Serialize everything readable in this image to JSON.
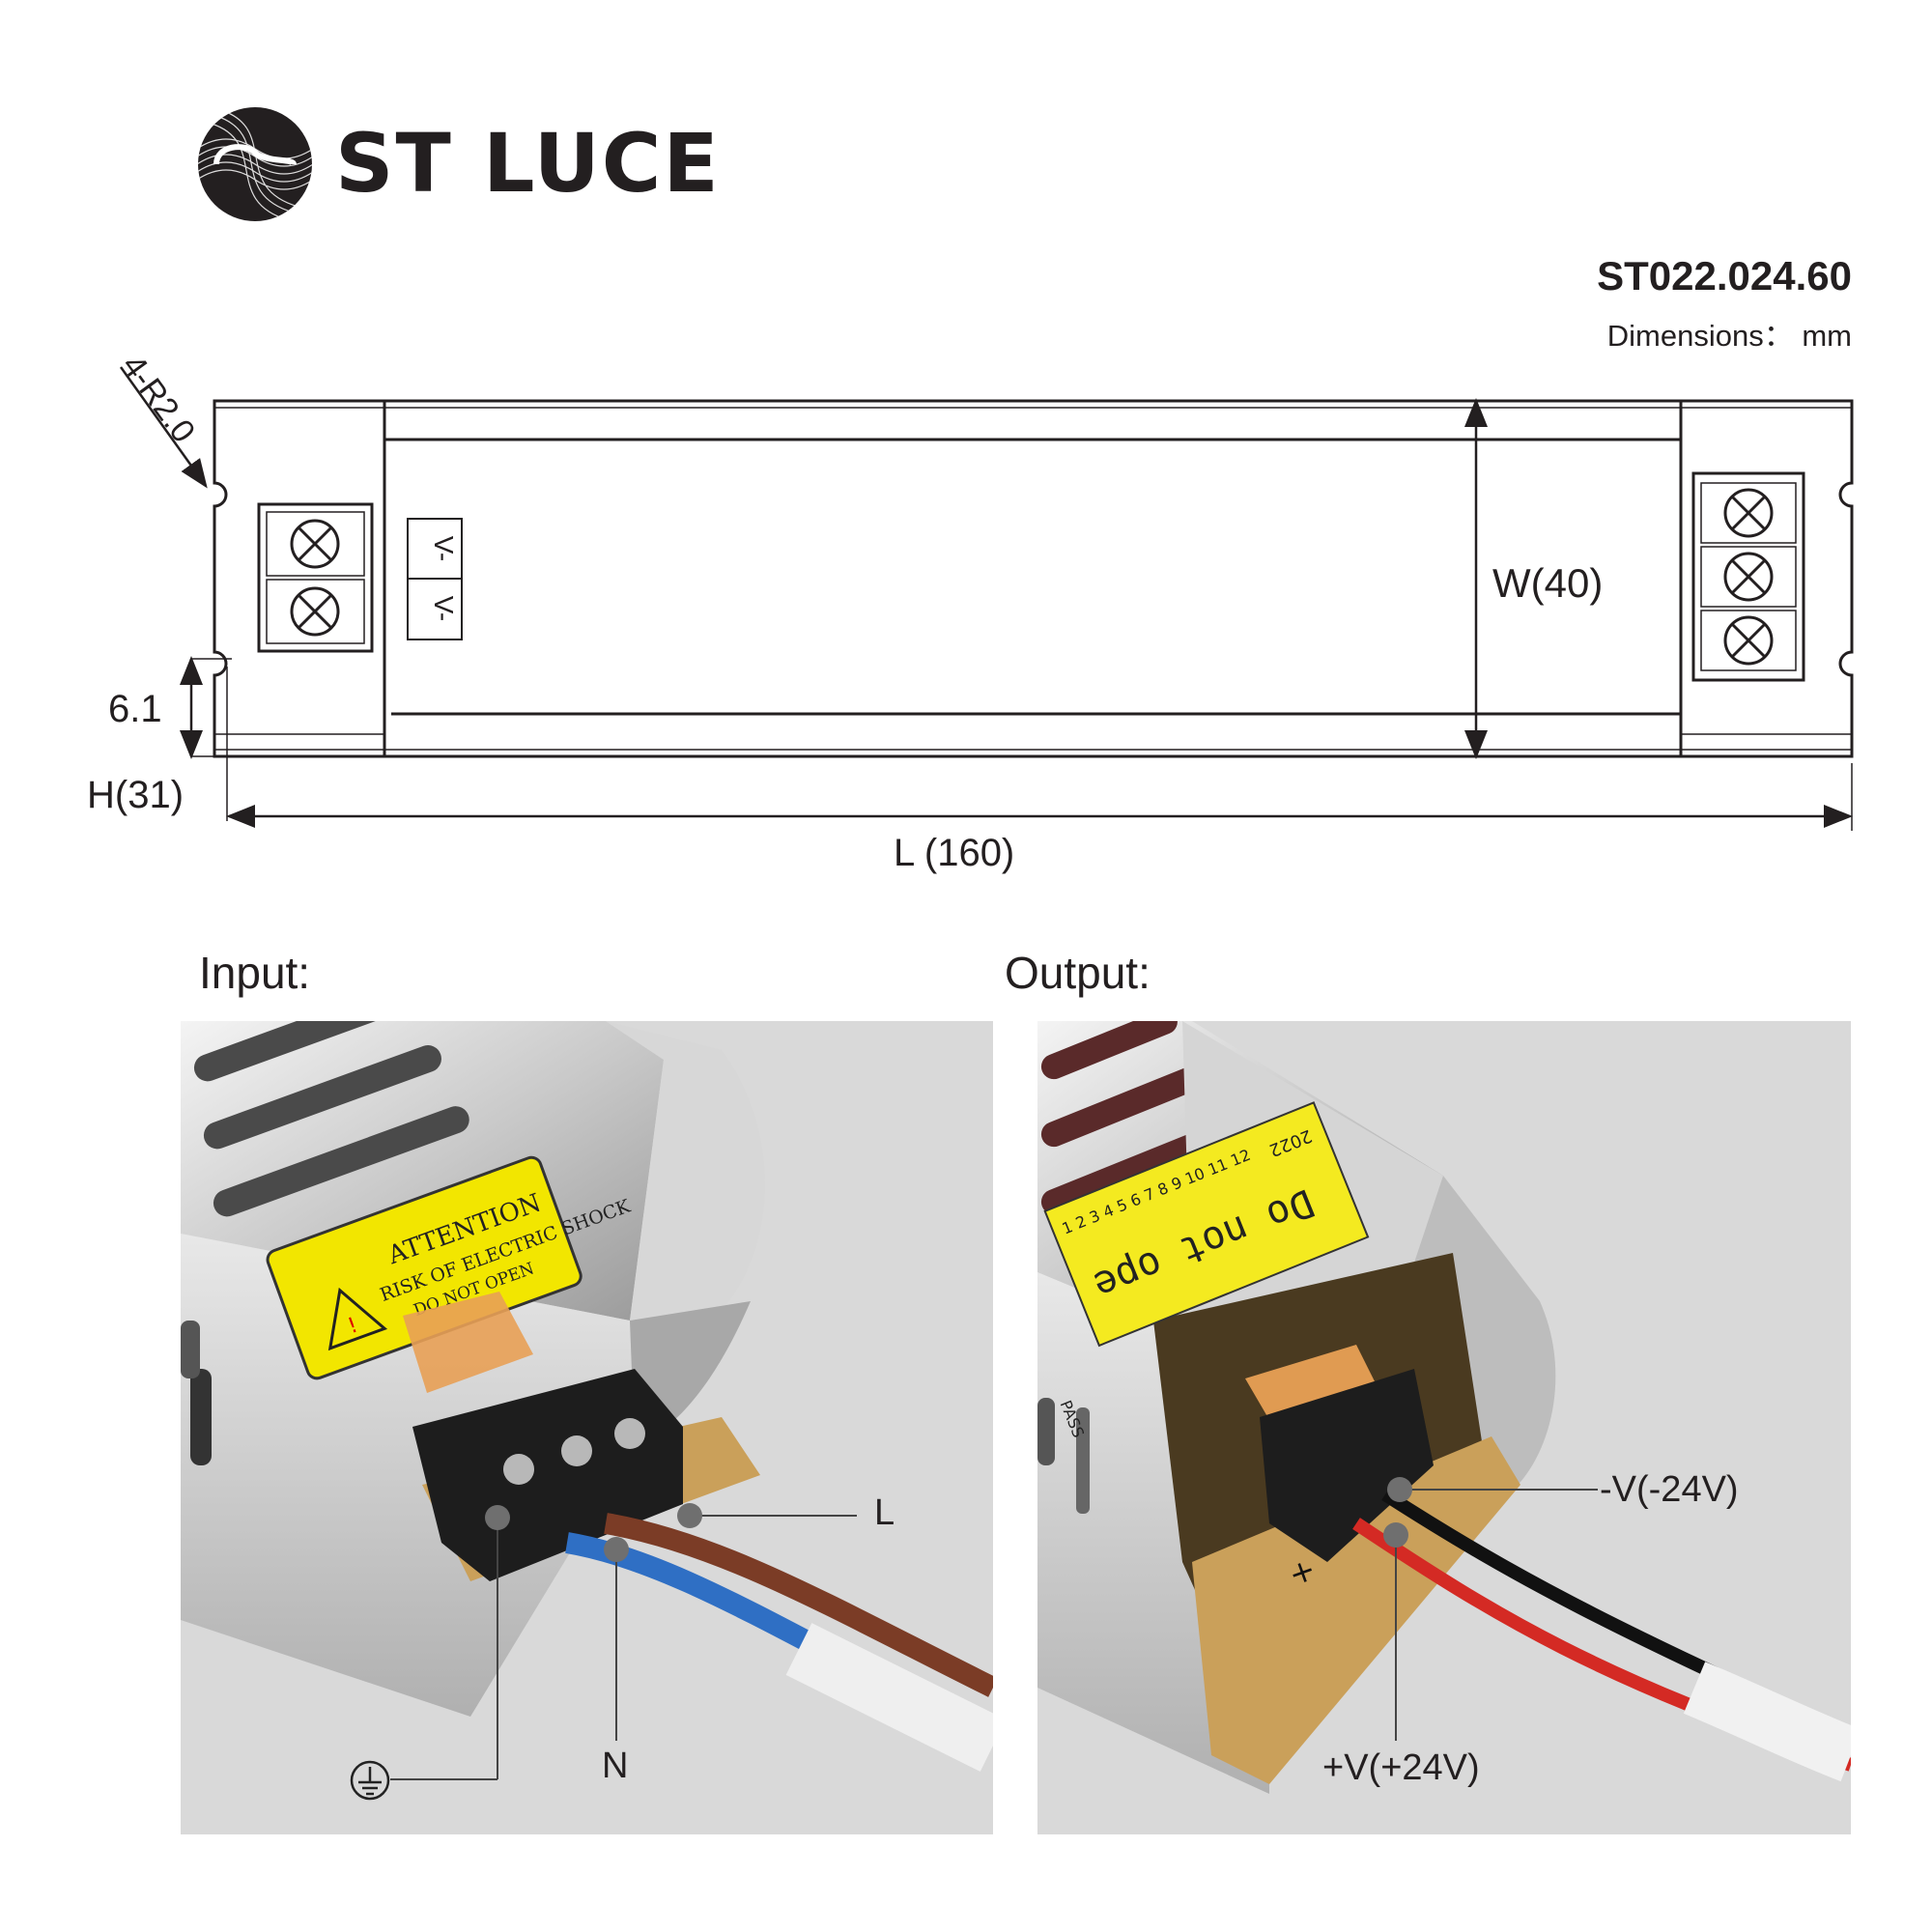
{
  "brand": {
    "name": "ST LUCE",
    "logo": "st-luce-logo"
  },
  "header": {
    "model": "ST022.024.60",
    "units": "Dimensions： mm"
  },
  "drawing": {
    "corner_radius_label": "4-R2.0",
    "slot_height_label": "6.1",
    "height_label": "H(31)",
    "width_label": "W(40)",
    "length_label": "L (160)",
    "terminal_mark_1": "V-",
    "terminal_mark_2": "V-"
  },
  "input": {
    "title": "Input:",
    "labels": {
      "live": "L",
      "neutral": "N",
      "ground": "ground-symbol-icon"
    },
    "warning_label": {
      "line1": "ATTENTION",
      "line2": "RISK OF ELECTRIC SHOCK",
      "line3": "DO NOT OPEN"
    }
  },
  "output": {
    "title": "Output:",
    "labels": {
      "negative": "-V(-24V)",
      "positive": "+V(+24V)"
    },
    "qc_label": {
      "text": "Do not ope",
      "year": "2022",
      "months": "1 2 3 4 5 6 7 8 9 10 11 12",
      "pass": "PASS"
    },
    "board_mark": "+"
  }
}
